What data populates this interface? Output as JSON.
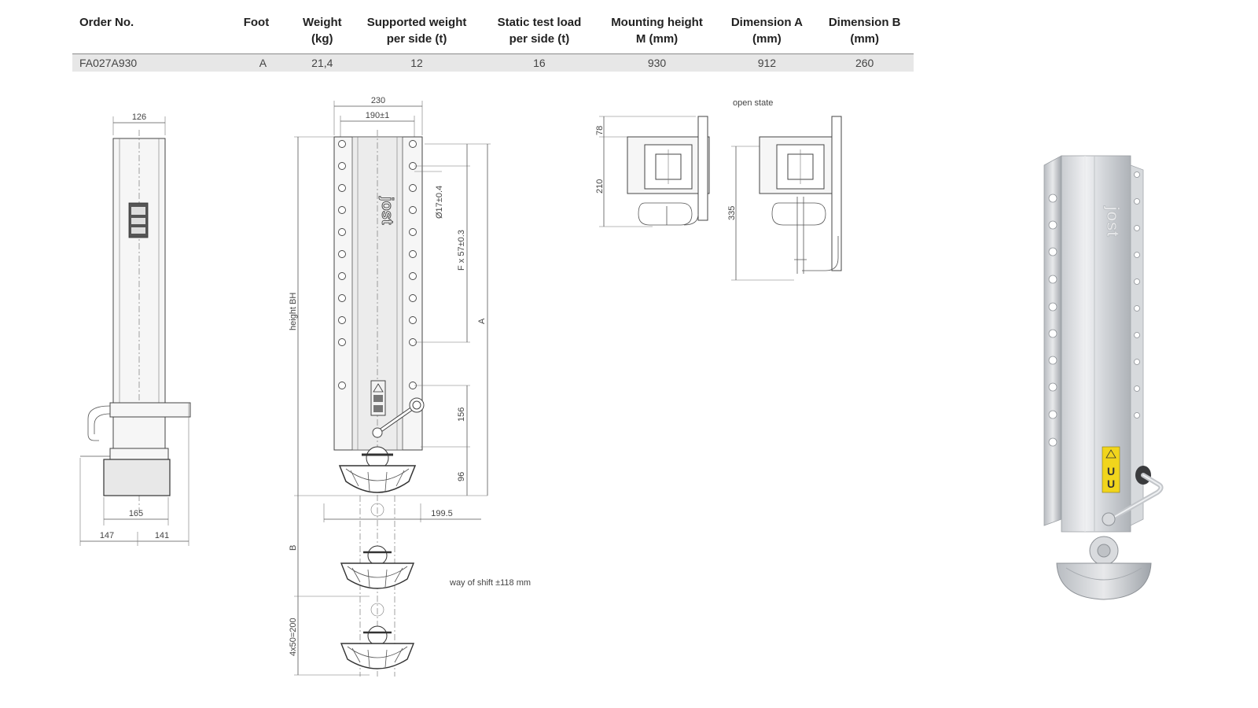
{
  "spec_table": {
    "headers": [
      [
        "Order No.",
        ""
      ],
      [
        "Foot",
        ""
      ],
      [
        "Weight",
        "(kg)"
      ],
      [
        "Supported weight",
        "per side (t)"
      ],
      [
        "Static test load",
        "per side (t)"
      ],
      [
        "Mounting height",
        "M (mm)"
      ],
      [
        "Dimension A",
        "(mm)"
      ],
      [
        "Dimension B",
        "(mm)"
      ]
    ],
    "rows": [
      [
        "FA027A930",
        "A",
        "21,4",
        "12",
        "16",
        "930",
        "912",
        "260"
      ]
    ]
  },
  "drawing": {
    "side_view": {
      "dim_top": "126",
      "dim_foot": "165",
      "dim_left": "147",
      "dim_right": "141"
    },
    "front_view": {
      "dim_width": "230",
      "dim_hole_spacing": "190±1",
      "dim_hole_dia": "Ø17±0.4",
      "dim_hole_pitch": "F x 57±0.3",
      "dim_height": "height BH",
      "dim_a": "A",
      "dim_156": "156",
      "dim_96": "96",
      "dim_199": "199.5",
      "dim_b": "B",
      "dim_4x50": "4x50=200",
      "way_of_shift": "way of shift ±118 mm",
      "logo_text": "jost"
    },
    "top_views": {
      "open_state": "open state",
      "dim_78": "78",
      "dim_210": "210",
      "dim_335": "335"
    }
  },
  "product_photo": {
    "logo_text": "jost"
  }
}
